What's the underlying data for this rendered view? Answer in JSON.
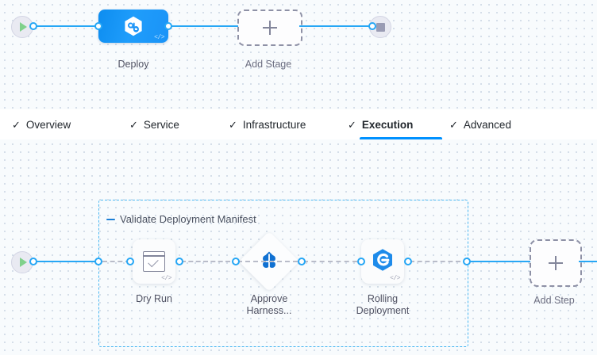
{
  "colors": {
    "accent": "#0091ff",
    "connector": "#27a7f5",
    "group_border": "#49b7f2",
    "dashed_node": "#8e91a6",
    "canvas_bg": "#f8fbfd",
    "grid_dot": "#c9d5e2",
    "play_green": "#7fd18b",
    "stop_grey": "#9a9cb4"
  },
  "stage_canvas": {
    "start_node": {
      "name": "Pipeline Start",
      "icon": "play-icon"
    },
    "end_node": {
      "name": "Pipeline End",
      "icon": "stop-icon"
    },
    "stages": [
      {
        "label": "Deploy",
        "icon": "harness-hexagon-icon",
        "code_glyph": "</>",
        "selected": true
      }
    ],
    "add_stage": {
      "label": "Add Stage",
      "icon": "plus-icon"
    }
  },
  "tabs": {
    "check_glyph": "✓",
    "items": [
      {
        "label": "Overview",
        "checked": true,
        "active": false
      },
      {
        "label": "Service",
        "checked": true,
        "active": false
      },
      {
        "label": "Infrastructure",
        "checked": true,
        "active": false
      },
      {
        "label": "Execution",
        "checked": true,
        "active": true
      },
      {
        "label": "Advanced",
        "checked": true,
        "active": false
      }
    ]
  },
  "execution_canvas": {
    "start_node": {
      "name": "Execution Start",
      "icon": "play-icon"
    },
    "step_group": {
      "title": "Validate Deployment Manifest",
      "collapse_icon": "collapse-dash-icon",
      "expanded": true,
      "steps": [
        {
          "label": "Dry Run",
          "icon": "window-check-icon",
          "shape": "rounded",
          "code_glyph": "</>"
        },
        {
          "label": "Approve\nHarness...",
          "icon": "harness-approval-icon",
          "shape": "diamond",
          "code_glyph": ""
        },
        {
          "label": "Rolling\nDeployment",
          "icon": "rolling-hexagon-icon",
          "shape": "rounded",
          "code_glyph": "</>"
        }
      ]
    },
    "add_step": {
      "label": "Add Step",
      "icon": "plus-icon"
    }
  }
}
